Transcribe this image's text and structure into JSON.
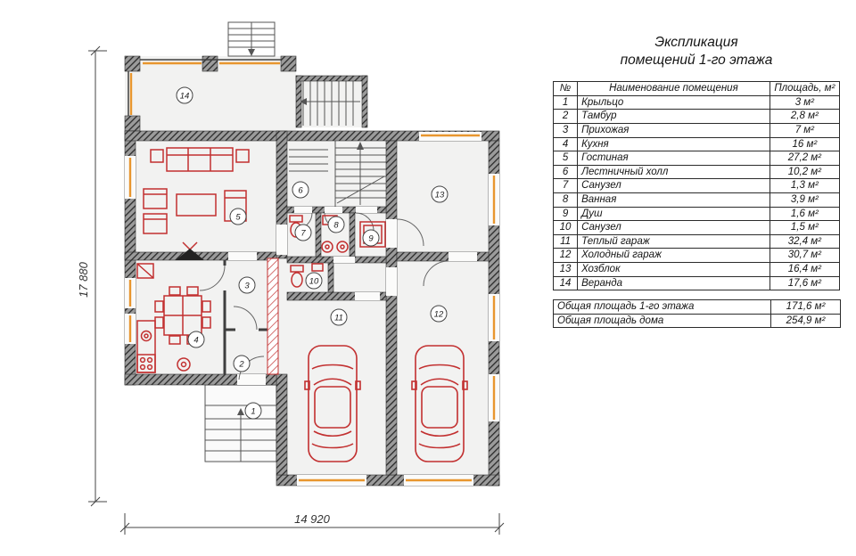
{
  "title": {
    "line1": "Экспликация",
    "line2": "помещений 1-го этажа"
  },
  "table": {
    "headers": {
      "num": "№",
      "name": "Наименование помещения",
      "area": "Площадь, м²"
    },
    "rows": [
      {
        "num": "1",
        "name": "Крыльцо",
        "area": "3 м²"
      },
      {
        "num": "2",
        "name": "Тамбур",
        "area": "2,8 м²"
      },
      {
        "num": "3",
        "name": "Прихожая",
        "area": "7 м²"
      },
      {
        "num": "4",
        "name": "Кухня",
        "area": "16 м²"
      },
      {
        "num": "5",
        "name": "Гостиная",
        "area": "27,2 м²"
      },
      {
        "num": "6",
        "name": "Лестничный холл",
        "area": "10,2 м²"
      },
      {
        "num": "7",
        "name": "Санузел",
        "area": "1,3 м²"
      },
      {
        "num": "8",
        "name": "Ванная",
        "area": "3,9 м²"
      },
      {
        "num": "9",
        "name": "Душ",
        "area": "1,6 м²"
      },
      {
        "num": "10",
        "name": "Санузел",
        "area": "1,5 м²"
      },
      {
        "num": "11",
        "name": "Теплый гараж",
        "area": "32,4 м²"
      },
      {
        "num": "12",
        "name": "Холодный гараж",
        "area": "30,7 м²"
      },
      {
        "num": "13",
        "name": "Хозблок",
        "area": "16,4 м²"
      },
      {
        "num": "14",
        "name": "Веранда",
        "area": "17,6 м²"
      }
    ],
    "totals": [
      {
        "name": "Общая площадь 1-го этажа",
        "area": "171,6 м²"
      },
      {
        "name": "Общая площадь дома",
        "area": "254,9 м²"
      }
    ]
  },
  "plan": {
    "dims": {
      "height": "17 880",
      "width": "14 920"
    },
    "rooms": [
      "1",
      "2",
      "3",
      "4",
      "5",
      "6",
      "7",
      "8",
      "9",
      "10",
      "11",
      "12",
      "13",
      "14"
    ]
  },
  "colors": {
    "wall_dark": "#3d3d3d",
    "furniture_red": "#c23030",
    "window_orange": "#e8962e"
  }
}
